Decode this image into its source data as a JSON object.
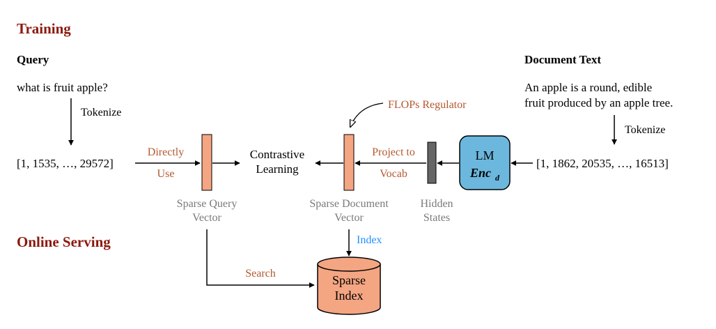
{
  "training": {
    "heading": "Training",
    "query_title": "Query",
    "query_text": "what is fruit apple?",
    "query_tokenize": "Tokenize",
    "query_tokens": "[1, 1535, …, 29572]",
    "directly_use": [
      "Directly",
      "Use"
    ],
    "sparse_query_vector": [
      "Sparse Query",
      "Vector"
    ],
    "contrastive_learning": [
      "Contrastive",
      "Learning"
    ],
    "flops_regulator": "FLOPs Regulator",
    "sparse_document_vector": [
      "Sparse Document",
      "Vector"
    ],
    "project_to_vocab": [
      "Project to",
      "Vocab"
    ],
    "hidden_states": [
      "Hidden",
      "States"
    ],
    "encoder": {
      "label": "LM",
      "symbol": "Enc",
      "subscript": "d"
    },
    "doc_title": "Document Text",
    "doc_text": [
      "An apple is a round, edible",
      "fruit produced by an apple tree."
    ],
    "doc_tokenize": "Tokenize",
    "doc_tokens": "[1, 1862, 20535, …, 16513]"
  },
  "serving": {
    "heading": "Online Serving",
    "index_label": "Index",
    "search_label": "Search",
    "sparse_index": [
      "Sparse",
      "Index"
    ]
  },
  "colors": {
    "heading": "#8b1a0e",
    "annotation": "#b4582f",
    "vector_fill": "#f4a582",
    "encoder_fill": "#6cb7dd",
    "hidden_fill": "#666666",
    "index_fill": "#f4a582",
    "index_label": "#1e90ff",
    "caption": "#7a7a7a"
  }
}
